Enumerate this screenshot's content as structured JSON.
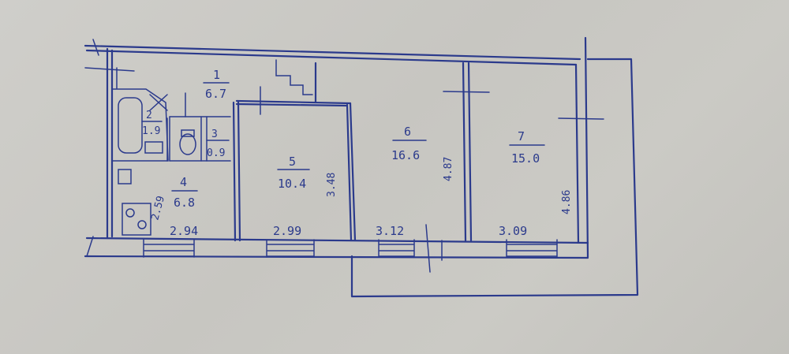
{
  "rooms": [
    {
      "number": "1",
      "area": "6.7"
    },
    {
      "number": "2",
      "area": "1.9"
    },
    {
      "number": "3",
      "area": "0.9"
    },
    {
      "number": "4",
      "area": "6.8"
    },
    {
      "number": "5",
      "area": "10.4"
    },
    {
      "number": "6",
      "area": "16.6"
    },
    {
      "number": "7",
      "area": "15.0"
    }
  ],
  "dimensions": {
    "kitchen_width": "2.94",
    "kitchen_depth": "2.59",
    "room5_width": "2.99",
    "room5_depth": "3.48",
    "room6_width": "3.12",
    "room6_depth": "4.87",
    "room7_width": "3.09",
    "room7_depth": "4.86"
  },
  "colors": {
    "ink": "#2b3a8c",
    "paper": "#c9c8c3"
  }
}
